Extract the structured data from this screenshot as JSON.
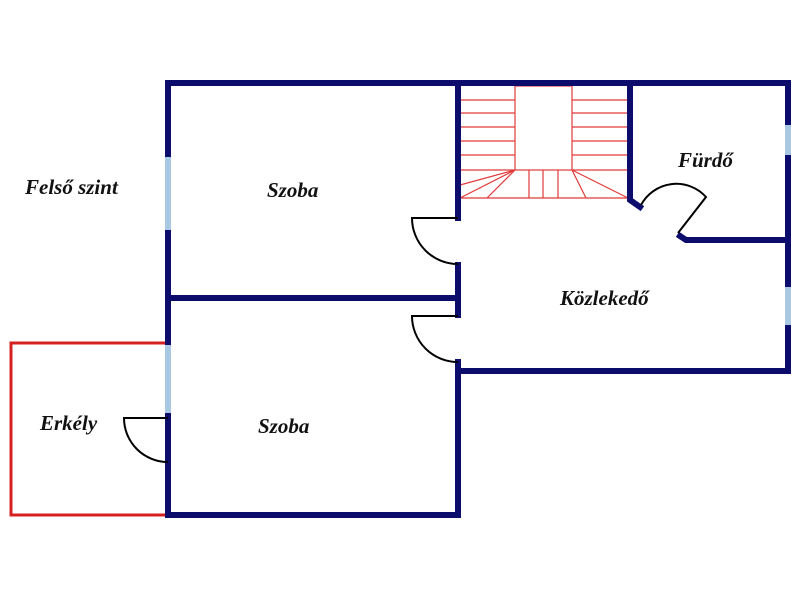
{
  "plan": {
    "title": "Felső szint",
    "rooms": [
      "Szoba",
      "Fürdő",
      "Közlekedő",
      "Erkély",
      "Szoba"
    ]
  },
  "colors": {
    "wall": "#0c0c6c",
    "window": "#a9c9e2",
    "balcony": "#d42020",
    "stairs": "#e03a3a"
  }
}
